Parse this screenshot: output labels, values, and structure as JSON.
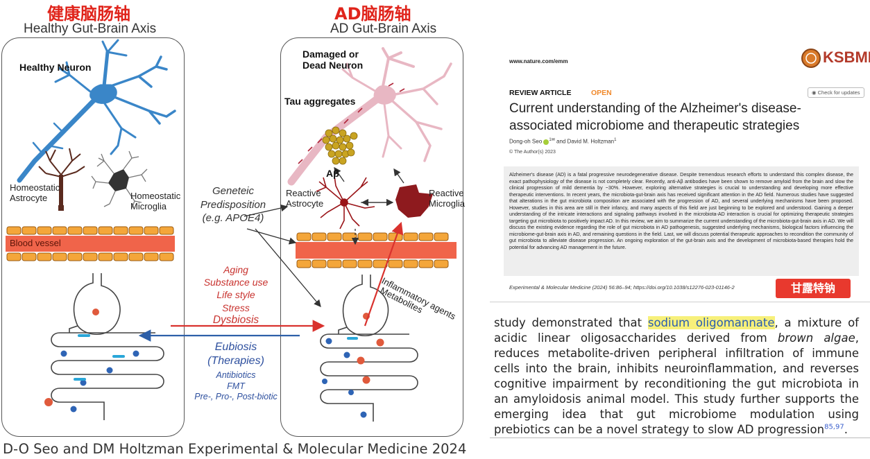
{
  "left_figure": {
    "healthy": {
      "title_cn": "健康脑肠轴",
      "title_en": "Healthy Gut-Brain Axis",
      "neuron_label": "Healthy Neuron",
      "astrocyte_label": "Homeostatic Astrocyte",
      "microglia_label": "Homeostatic Microglia",
      "blood_vessel_label": "Blood vessel"
    },
    "ad": {
      "title_cn": "AD脑肠轴",
      "title_en": "AD Gut-Brain Axis",
      "neuron_label": "Damaged or Dead Neuron",
      "tau_label": "Tau aggregates",
      "abeta_label": "Aβ",
      "astrocyte_label": "Reactive Astrocyte",
      "microglia_label": "Reactive Microglia",
      "inflammatory_label": "Inflammatory agents",
      "metabolites_label": "Metabolites"
    },
    "middle": {
      "genetic_line1": "Geneteic",
      "genetic_line2": "Predisposition",
      "genetic_line3": "(e.g. APOE4)",
      "risk_factors": [
        "Aging",
        "Substance use",
        "Life style",
        "Stress"
      ],
      "dysbiosis": "Dysbiosis",
      "eubiosis_line1": "Eubiosis",
      "eubiosis_line2": "(Therapies)",
      "therapies": [
        "Antibiotics",
        "FMT",
        "Pre-, Pro-, Post-biotic"
      ]
    },
    "caption": "D-O Seo and DM Holtzman  Experimental & Molecular Medicine 2024",
    "colors": {
      "neuron_blue": "#3a86c8",
      "neuron_pink": "#e8b7c3",
      "vessel": "#f0644a",
      "vessel_cell": "#f4a63a",
      "red_arrow": "#d9322e",
      "blue_arrow": "#2d5fa8"
    }
  },
  "paper": {
    "site": "www.nature.com/emm",
    "publisher": "KSBMB",
    "article_type": "REVIEW ARTICLE",
    "access": "OPEN",
    "check_updates": "Check for updates",
    "title": "Current understanding of the Alzheimer's disease-associated microbiome and therapeutic strategies",
    "authors_pre": "Dong-oh Seo",
    "authors_sup": "1✉",
    "authors_post": " and David M. Holtzman",
    "authors_sup2": "1",
    "copyright": "© The Author(s) 2023",
    "abstract": "Alzheimer's disease (AD) is a fatal progressive neurodegenerative disease. Despite tremendous research efforts to understand this complex disease, the exact pathophysiology of the disease is not completely clear. Recently, anti-Aβ antibodies have been shown to remove amyloid from the brain and slow the clinical progression of mild dementia by ~30%. However, exploring alternative strategies is crucial to understanding and developing more effective therapeutic interventions. In recent years, the microbiota-gut-brain axis has received significant attention in the AD field. Numerous studies have suggested that alterations in the gut microbiota composition are associated with the progression of AD, and several underlying mechanisms have been proposed. However, studies in this area are still in their infancy, and many aspects of this field are just beginning to be explored and understood. Gaining a deeper understanding of the intricate interactions and signaling pathways involved in the microbiota-AD interaction is crucial for optimizing therapeutic strategies targeting gut microbiota to positively impact AD. In this review, we aim to summarize the current understanding of the microbiota-gut-brain axis in AD. We will discuss the existing evidence regarding the role of gut microbiota in AD pathogenesis, suggested underlying mechanisms, biological factors influencing the microbiome-gut-brain axis in AD, and remaining questions in the field. Last, we will discuss potential therapeutic approaches to recondition the community of gut microbiota to alleviate disease progression. An ongoing exploration of the gut-brain axis and the development of microbiota-based therapies hold the potential for advancing AD management in the future.",
    "citation": "Experimental & Molecular Medicine (2024) 56:86–94; https://doi.org/10.1038/s12276-023-01146-2",
    "tag": "甘露特钠"
  },
  "excerpt": {
    "pre": "study demonstrated that ",
    "highlight": "sodium oligomannate",
    "mid1": ", a mixture of acidic linear oligosaccharides derived from ",
    "italic": "brown algae",
    "mid2": ", reduces metabolite-driven peripheral infiltration of immune cells into the brain, inhibits neuroinflammation, and reverses cognitive impairment by reconditioning the gut microbiota in an amyloidosis animal model. This study further supports the emerging idea that gut microbiome modulation using prebiotics can be a novel strategy to slow AD progression",
    "refs": "85,97",
    "end": "."
  }
}
